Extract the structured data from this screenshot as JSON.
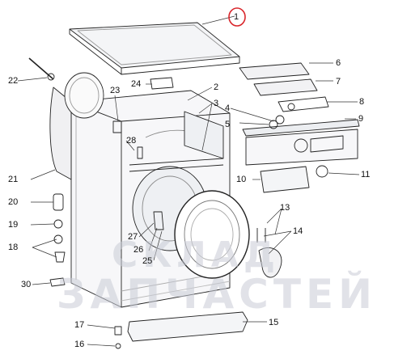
{
  "diagram": {
    "part_numbers": [
      "1",
      "2",
      "3",
      "4",
      "5",
      "6",
      "7",
      "8",
      "9",
      "10",
      "11",
      "13",
      "14",
      "15",
      "16",
      "17",
      "18",
      "19",
      "20",
      "21",
      "22",
      "23",
      "24",
      "25",
      "26",
      "27",
      "28",
      "30"
    ],
    "highlighted_part": "1",
    "highlight_color": "#d9262b",
    "line_color": "#222222",
    "watermark": {
      "line1": "СКЛАД",
      "line2": "ЗАПЧАСТЕЙ",
      "color": "#c9ccd6"
    }
  }
}
